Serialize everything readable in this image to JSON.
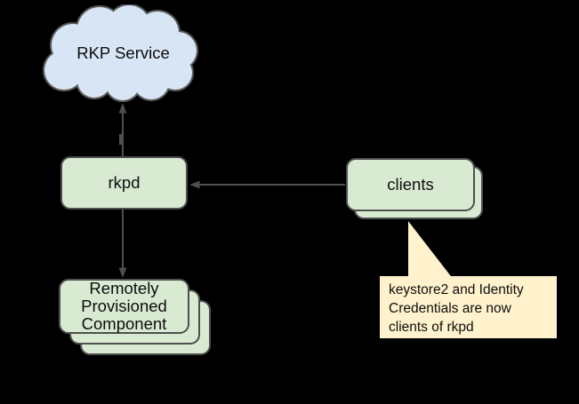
{
  "colors": {
    "background": "#000000",
    "node_fill_green": "#d9ead3",
    "node_stroke": "#4e4e4e",
    "cloud_fill": "#d8e5f5",
    "cloud_stroke": "#595959",
    "callout_fill": "#fff2cc",
    "connector": "#4f4f4f",
    "text": "#0d0d0d"
  },
  "nodes": {
    "rkp_service": {
      "label": "RKP Service",
      "shape": "cloud"
    },
    "rkpd": {
      "label": "rkpd",
      "shape": "rounded-rect"
    },
    "clients": {
      "label": "clients",
      "shape": "rounded-rect-stack",
      "stack_count": 2
    },
    "remotely_provisioned_component": {
      "label": "Remotely Provisioned Component",
      "lines": [
        "Remotely",
        "Provisioned",
        "Component"
      ],
      "shape": "rounded-rect-stack",
      "stack_count": 3
    }
  },
  "callout": {
    "lines": [
      "keystore2 and Identity",
      "Credentials are now",
      "clients of rkpd"
    ],
    "attached_to": "clients"
  },
  "edges": [
    {
      "from": "rkpd",
      "to": "rkp_service",
      "direction": "up",
      "arrowhead_at": "rkp_service"
    },
    {
      "from": "rkpd",
      "to": "remotely_provisioned_component",
      "direction": "down",
      "arrowhead_at": "remotely_provisioned_component"
    },
    {
      "from": "clients",
      "to": "rkpd",
      "direction": "left",
      "arrowhead_at": "rkpd"
    }
  ]
}
